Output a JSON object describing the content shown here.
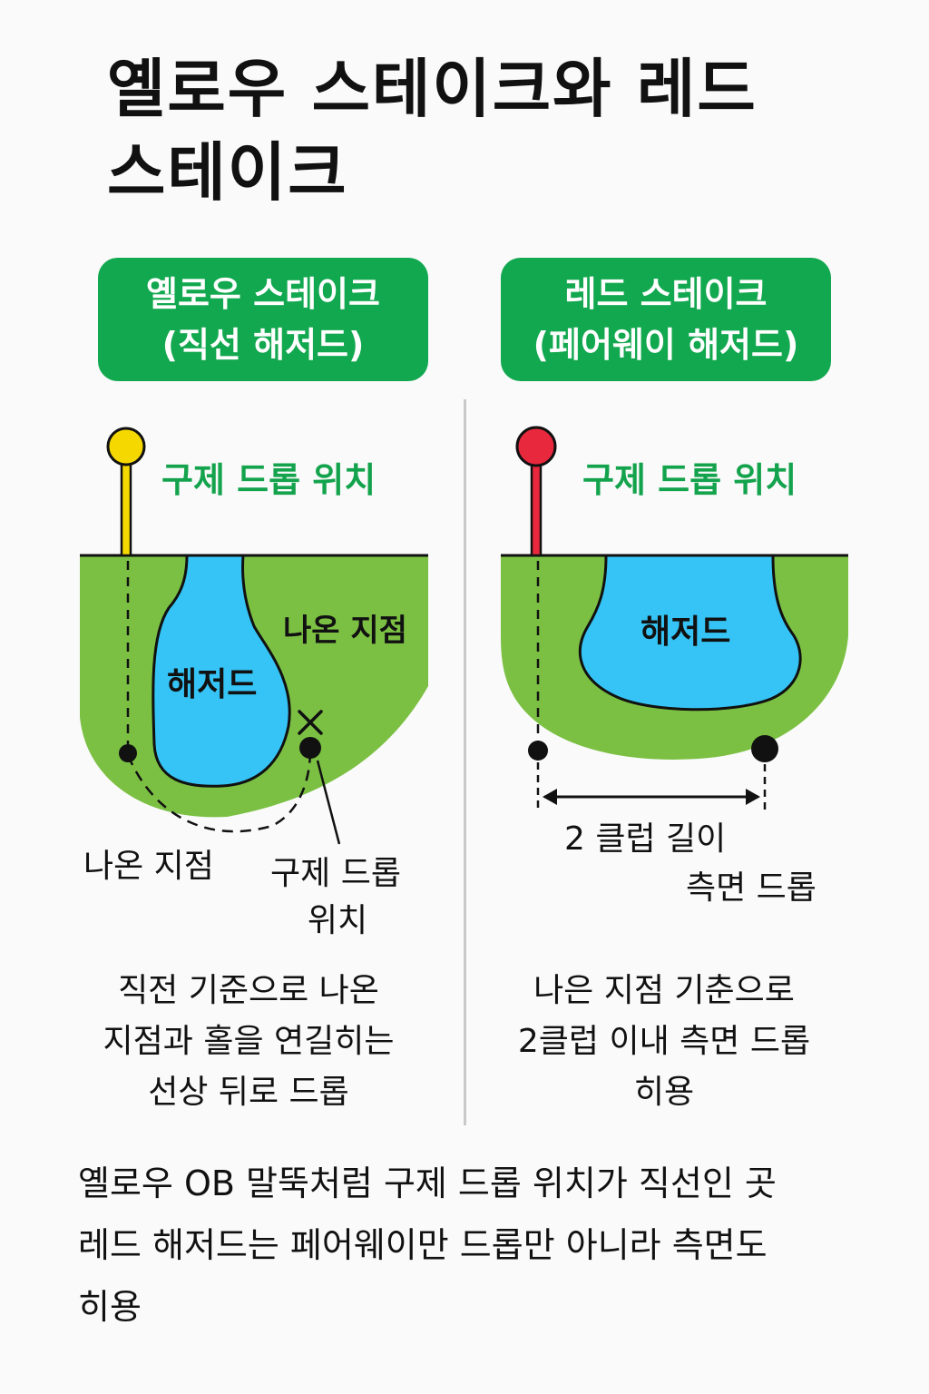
{
  "title_lines": [
    "옐로우 스테이크와 레드",
    "스테이크"
  ],
  "left": {
    "badge_lines": [
      "옐로우 스테이크",
      "(직선 해저드)"
    ],
    "drop_zone_label": "구제 드롭 위치",
    "hazard_label": "해저드",
    "exit_point_label_top": "나온 지점",
    "exit_point_label_bottom": "나온 지점",
    "drop_position_label_lines": [
      "구제 드롭",
      "위치"
    ],
    "stake_color": "#f5d800",
    "caption_lines": [
      "직전 기준으로 나온",
      "지점과 홀을 연길히는",
      "선상 뒤로 드롭"
    ]
  },
  "right": {
    "badge_lines": [
      "레드 스테이크",
      "(페어웨이 해저드)"
    ],
    "drop_zone_label": "구제 드롭 위치",
    "hazard_label": "해저드",
    "distance_label": "2 클럽 길이",
    "side_drop_label": "측면 드롭",
    "stake_color": "#e8283c",
    "caption_lines": [
      "나은 지점 기춘으로",
      "2클럽 이내 측면 드롭",
      "히용"
    ]
  },
  "footer_lines": [
    "옐로우 OB 말뚝처럼 구제 드롭 위치가 직선인 곳",
    "레드 해저드는 페어웨이만 드롭만 아니라 측면도",
    "히용"
  ],
  "colors": {
    "accent_green": "#12a84f",
    "grass": "#7bc043",
    "water": "#35c4f5"
  }
}
